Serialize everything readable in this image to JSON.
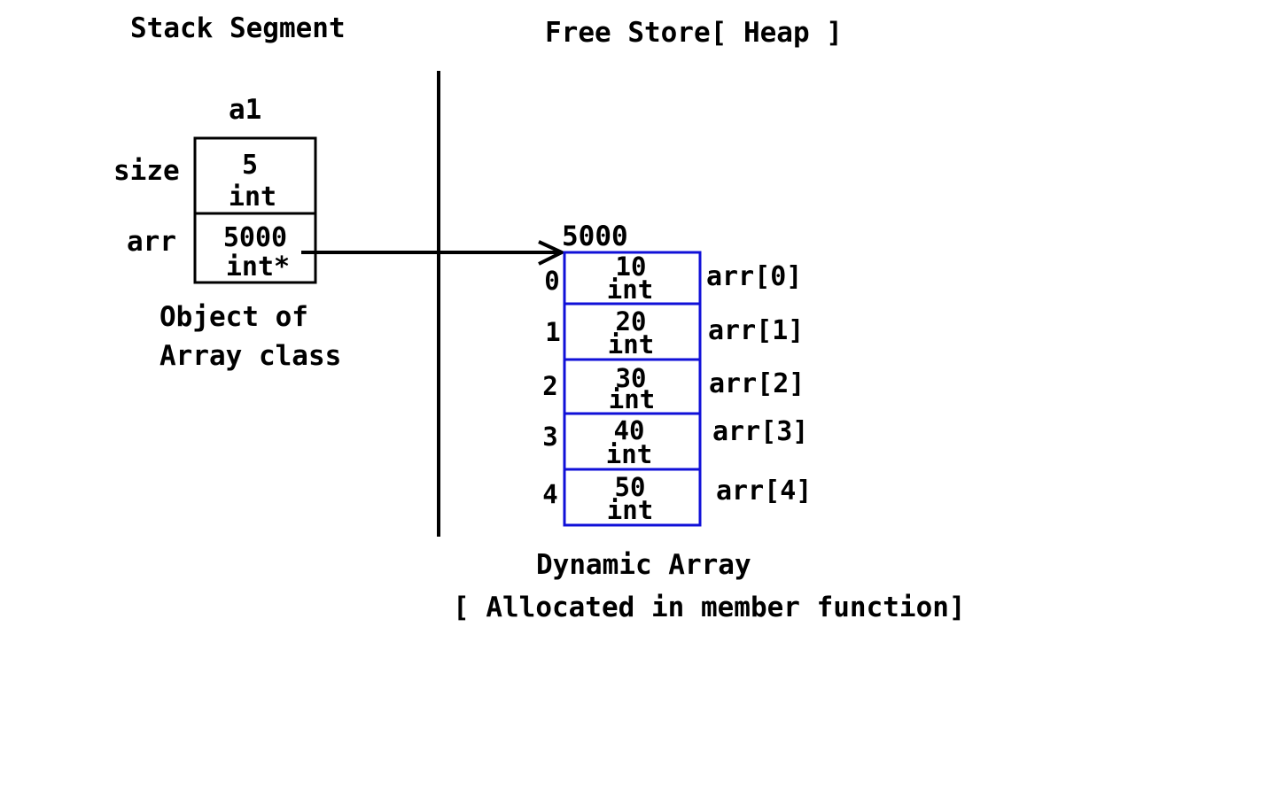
{
  "headings": {
    "stack": "Stack Segment",
    "heap": "Free Store[ Heap ]"
  },
  "object": {
    "name": "a1",
    "fields": [
      {
        "label": "size",
        "value": "5",
        "type": "int"
      },
      {
        "label": "arr",
        "value": "5000",
        "type": "int*"
      }
    ],
    "caption_line1": "Object of",
    "caption_line2": "Array class"
  },
  "heap_array": {
    "base_address": "5000",
    "elements": [
      {
        "index": "0",
        "value": "10",
        "type": "int",
        "name": "arr[0]"
      },
      {
        "index": "1",
        "value": "20",
        "type": "int",
        "name": "arr[1]"
      },
      {
        "index": "2",
        "value": "30",
        "type": "int",
        "name": "arr[2]"
      },
      {
        "index": "3",
        "value": "40",
        "type": "int",
        "name": "arr[3]"
      },
      {
        "index": "4",
        "value": "50",
        "type": "int",
        "name": "arr[4]"
      }
    ],
    "caption_line1": "Dynamic Array",
    "caption_line2": "[ Allocated in member function]"
  },
  "colors": {
    "ink": "#000000",
    "array_border": "#1010d8",
    "background": "#ffffff"
  }
}
